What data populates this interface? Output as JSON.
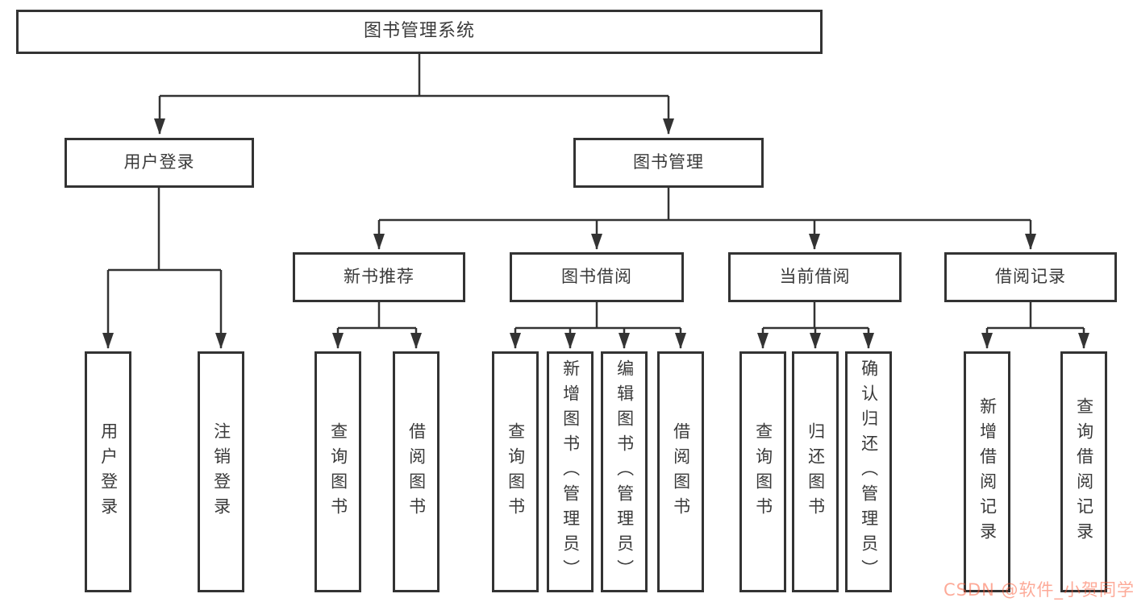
{
  "diagram": {
    "root": {
      "label": "图书管理系统",
      "children": [
        {
          "label": "用户登录",
          "children": [
            {
              "label": "用户登录"
            },
            {
              "label": "注销登录"
            }
          ]
        },
        {
          "label": "图书管理",
          "children": [
            {
              "label": "新书推荐",
              "children": [
                {
                  "label": "查询图书"
                },
                {
                  "label": "借阅图书"
                }
              ]
            },
            {
              "label": "图书借阅",
              "children": [
                {
                  "label": "查询图书"
                },
                {
                  "label": "新增图书（管理员）"
                },
                {
                  "label": "编辑图书（管理员）"
                },
                {
                  "label": "借阅图书"
                }
              ]
            },
            {
              "label": "当前借阅",
              "children": [
                {
                  "label": "查询图书"
                },
                {
                  "label": "归还图书"
                },
                {
                  "label": "确认归还（管理员）"
                }
              ]
            },
            {
              "label": "借阅记录",
              "children": [
                {
                  "label": "新增借阅记录"
                },
                {
                  "label": "查询借阅记录"
                }
              ]
            }
          ]
        }
      ]
    }
  },
  "watermark": {
    "text": "CSDN @软件_小贺同学"
  },
  "colors": {
    "line": "#333333",
    "box_border": "#333333",
    "text": "#3a3a3a",
    "background": "#ffffff",
    "watermark": "#fc5531"
  }
}
